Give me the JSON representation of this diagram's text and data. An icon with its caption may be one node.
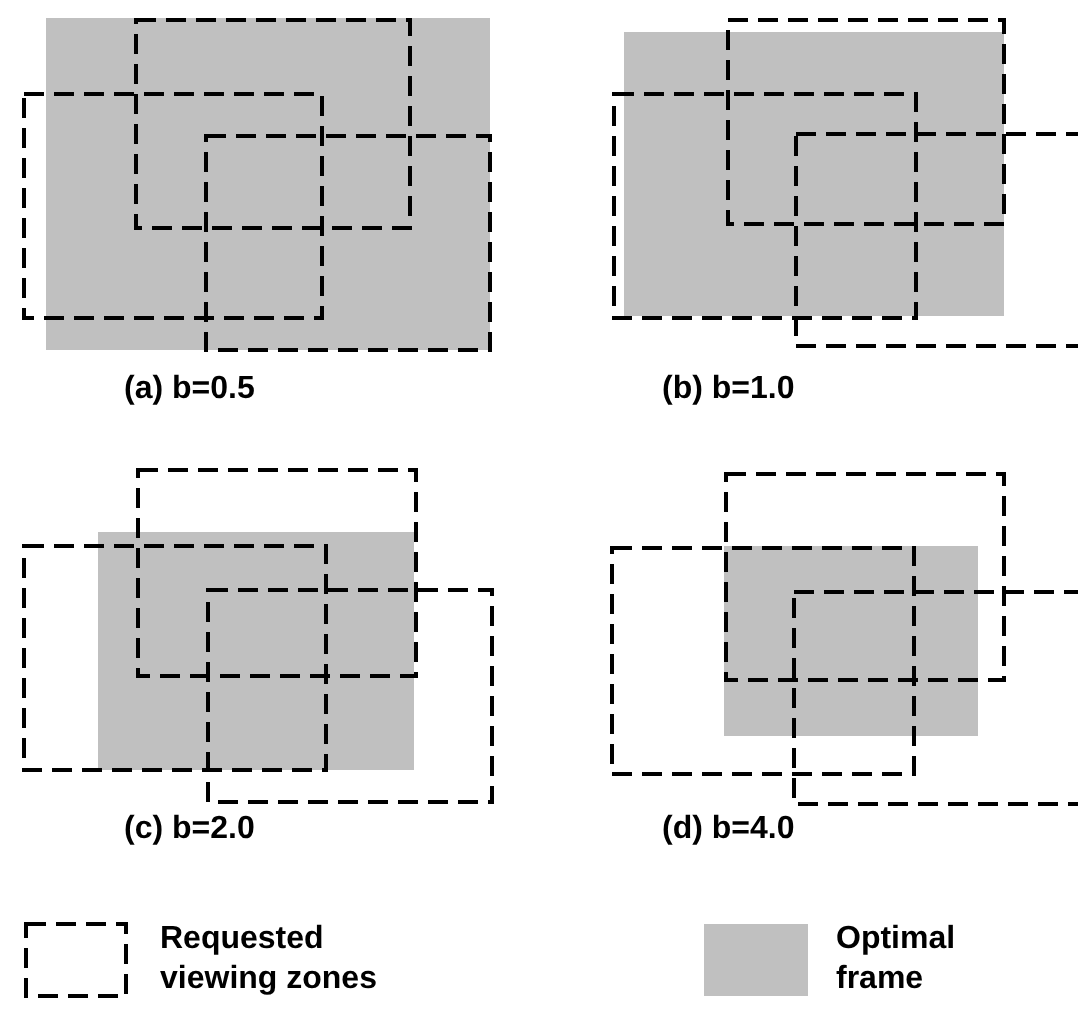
{
  "diagram": {
    "labels": [
      "(a) b=0.5",
      "(b) b=1.0",
      "(c) b=2.0",
      "(d) b=4.0"
    ],
    "legend": [
      {
        "text": "Requested viewing zones"
      },
      {
        "text": "Optimal frame",
        "color": "#c0c0c0"
      }
    ]
  }
}
